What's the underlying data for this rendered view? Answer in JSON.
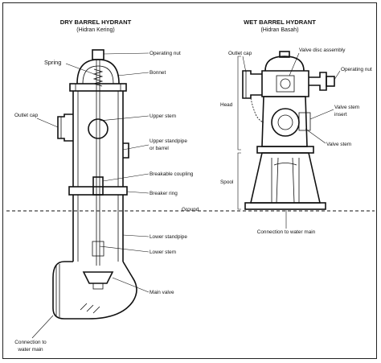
{
  "dry": {
    "title": "DRY BARREL HYDRANT",
    "subtitle": "(Hidran Kering)",
    "labels": {
      "operating_nut": "Operating nut",
      "spring": "Spring",
      "bonnet": "Bonnet",
      "outlet_cap": "Outlet cap",
      "upper_stem": "Upper stem",
      "upper_standpipe_1": "Upper standpipe",
      "upper_standpipe_2": "or barrel",
      "breakable_coupling": "Breakable coupling",
      "breaker_ring": "Breaker ring",
      "ground": "Ground",
      "lower_standpipe": "Lower standpipe",
      "lower_stem": "Lower stem",
      "main_valve": "Main valve",
      "connection_1": "Connection to",
      "connection_2": "water main"
    }
  },
  "wet": {
    "title": "WET BARREL HYDRANT",
    "subtitle": "(Hidran Basah)",
    "labels": {
      "outlet_cap": "Outlet cap",
      "valve_disc_assembly": "Valve disc assembly",
      "operating_nut": "Operating nut",
      "head": "Head",
      "valve_stem_insert_1": "Valve stem",
      "valve_stem_insert_2": "insert",
      "valve_stem": "Valve stem",
      "spool": "Spool",
      "connection": "Connection to water main"
    }
  }
}
